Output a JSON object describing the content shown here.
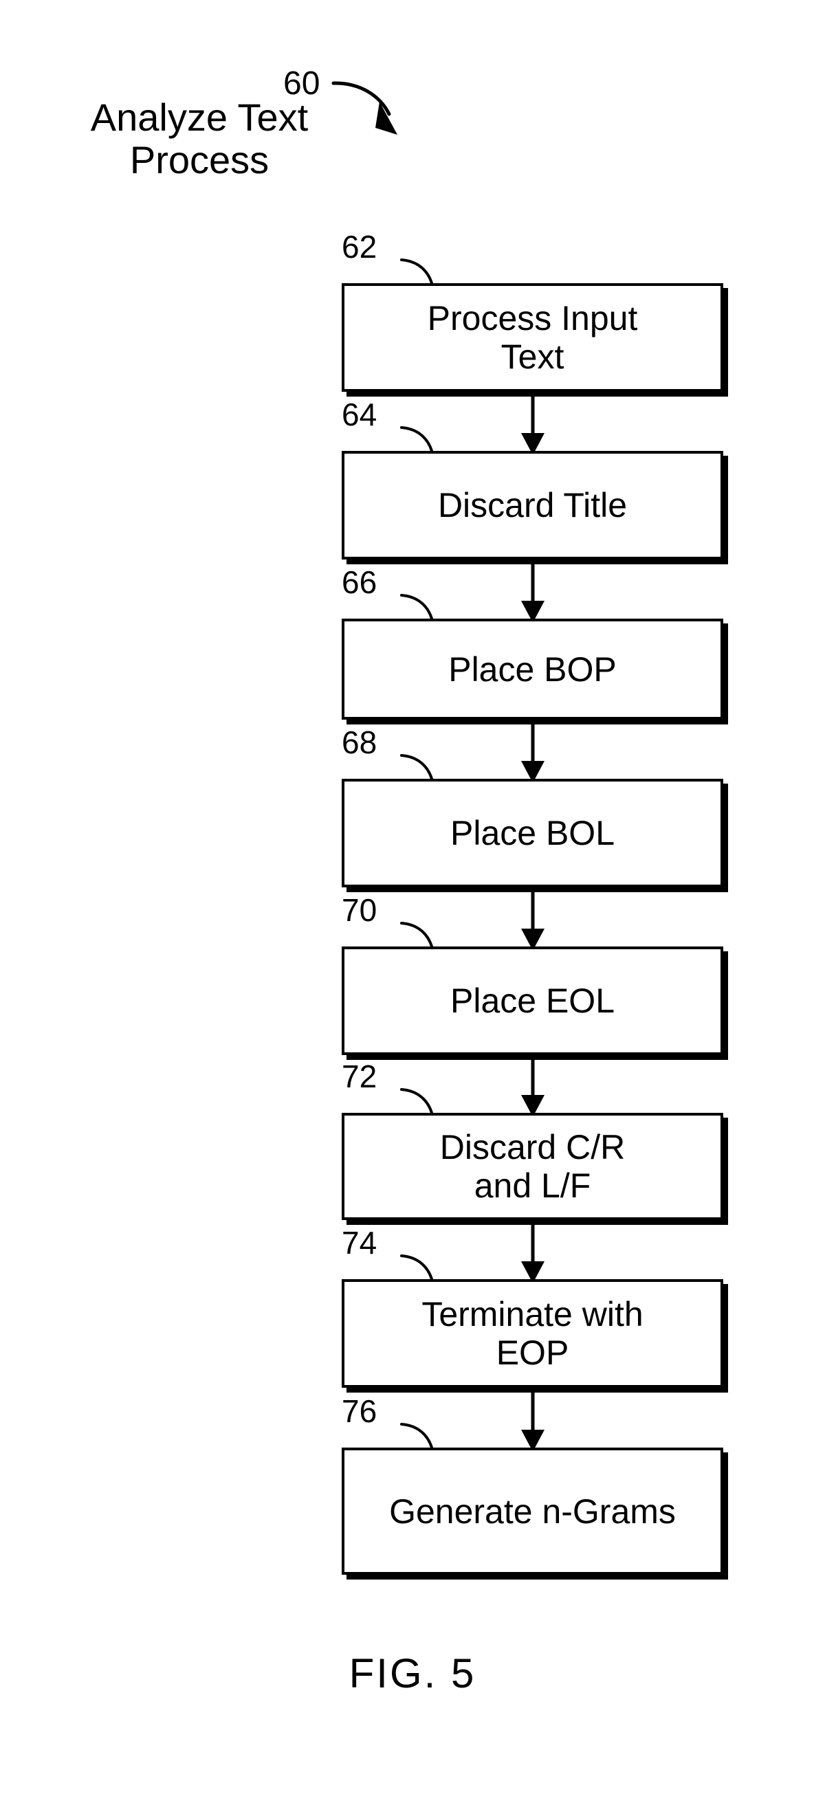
{
  "figure": {
    "caption": "FIG. 5",
    "title_line_1": "Analyze Text",
    "title_line_2": "Process",
    "title_ref": "60",
    "ink_color": "#000000",
    "background_color": "#ffffff"
  },
  "flow": {
    "steps": [
      {
        "ref": "62",
        "label": "Process Input\nText",
        "lines": 2
      },
      {
        "ref": "64",
        "label": "Discard Title",
        "lines": 1
      },
      {
        "ref": "66",
        "label": "Place BOP",
        "lines": 1
      },
      {
        "ref": "68",
        "label": "Place BOL",
        "lines": 1
      },
      {
        "ref": "70",
        "label": "Place EOL",
        "lines": 1
      },
      {
        "ref": "72",
        "label": "Discard C/R\nand L/F",
        "lines": 2
      },
      {
        "ref": "74",
        "label": "Terminate with\nEOP",
        "lines": 2
      },
      {
        "ref": "76",
        "label": "Generate n-Grams",
        "lines": 1
      }
    ],
    "connector_count": 7,
    "direction": "top-to-bottom"
  }
}
